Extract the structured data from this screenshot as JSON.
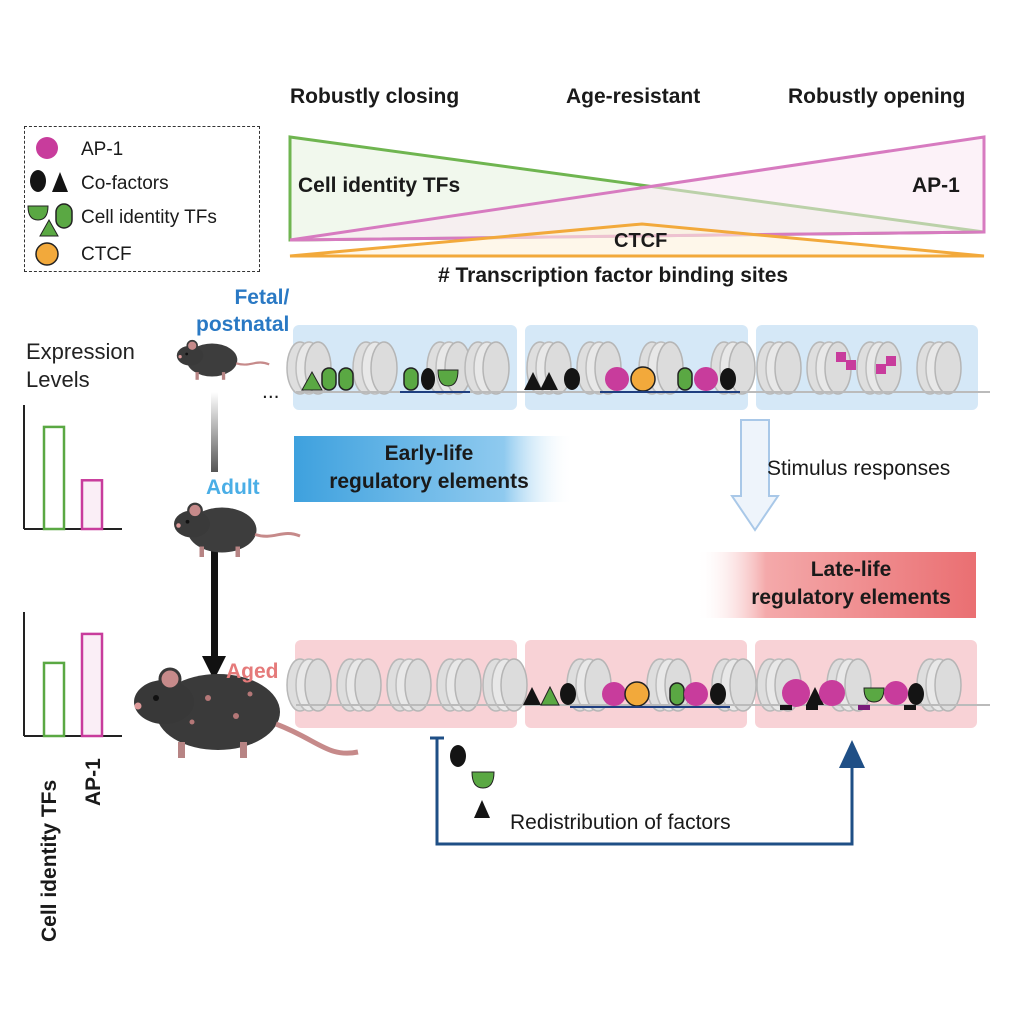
{
  "headers": {
    "closing": "Robustly closing",
    "resistant": "Age-resistant",
    "opening": "Robustly opening"
  },
  "triangle_labels": {
    "cell_identity": "Cell identity TFs",
    "ap1": "AP-1",
    "ctcf": "CTCF",
    "axis": "# Transcription factor binding sites"
  },
  "legend": {
    "items": [
      {
        "label": "AP-1",
        "icon": "ap1-circle-icon"
      },
      {
        "label": "Co-factors",
        "icon": "cofactor-shapes-icon"
      },
      {
        "label": "Cell identity TFs",
        "icon": "cell-identity-shapes-icon"
      },
      {
        "label": "CTCF",
        "icon": "ctcf-circle-icon"
      }
    ]
  },
  "stages": {
    "fetal": "Fetal/\npostnatal",
    "adult": "Adult",
    "aged": "Aged"
  },
  "expression": {
    "title": "Expression\nLevels",
    "bar_labels": [
      "Cell identity TFs",
      "AP-1"
    ],
    "adult_levels": {
      "cell_identity": 0.88,
      "ap1": 0.42
    },
    "aged_levels": {
      "cell_identity": 0.63,
      "ap1": 0.88
    }
  },
  "banners": {
    "early": "Early-life\nregulatory elements",
    "late": "Late-life\nregulatory elements"
  },
  "annotations": {
    "ellipsis": "...",
    "stimulus": "Stimulus responses",
    "redistribution": "Redistribution of factors"
  },
  "colors": {
    "ap1": "#c83c9c",
    "cell_identity": "#5aa843",
    "ctcf": "#f2a93b",
    "cofactor": "#141414",
    "early_bg": "#d5e8f7",
    "late_bg": "#f8d2d6",
    "early_banner": "#4fa8df",
    "late_banner": "#ec7d80",
    "fetal_text": "#2a79c4",
    "adult_text": "#4aaee6",
    "aged_text": "#e57a7a",
    "redistribution_arrow": "#1f4f86"
  }
}
